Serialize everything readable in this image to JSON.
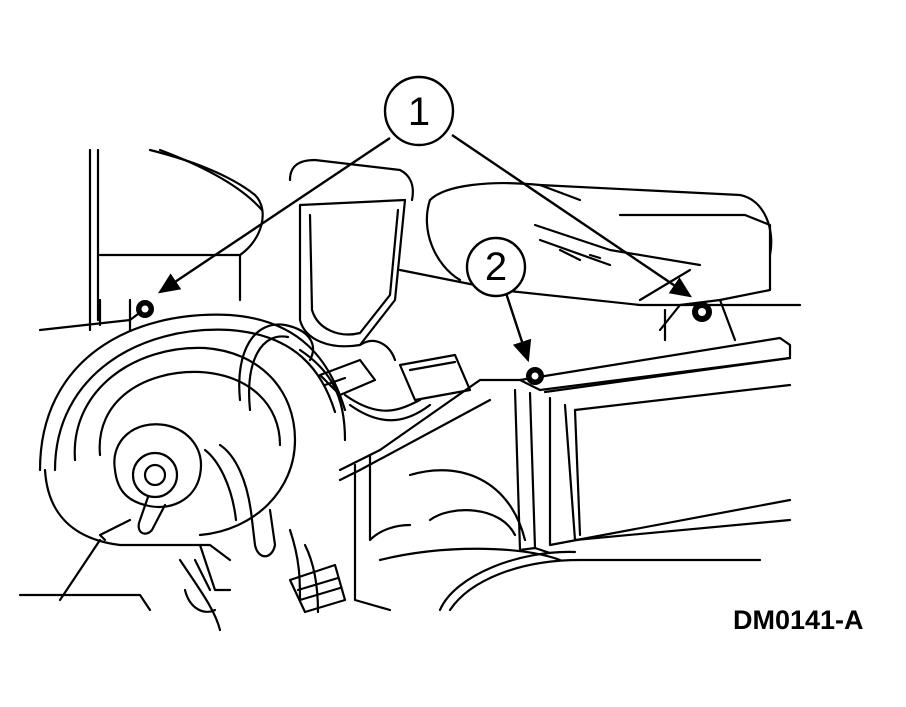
{
  "figure_id": "DM0141-A",
  "callouts": [
    {
      "label": "1"
    },
    {
      "label": "2"
    }
  ]
}
